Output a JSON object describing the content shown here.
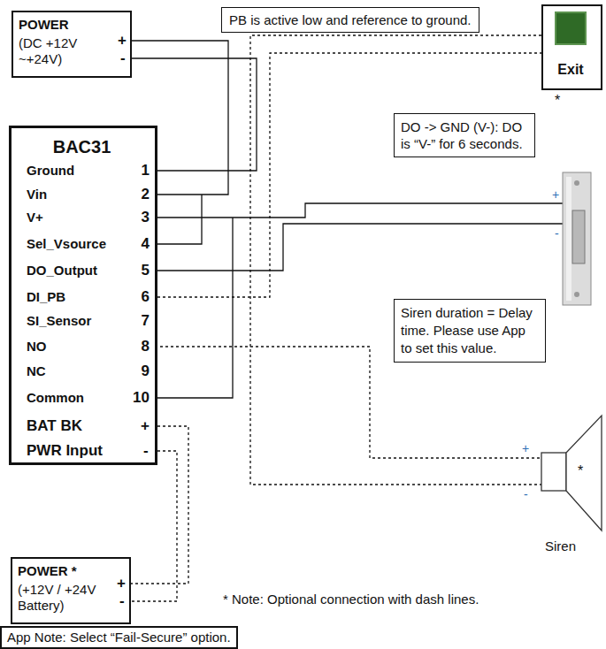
{
  "diagram": {
    "nodes": [
      {
        "text": [
          "POWER",
          "(DC +12V ~+24V)",
          "+",
          "-"
        ]
      },
      {
        "text": [
          "BAC31",
          "Ground",
          "1",
          "Vin",
          "2",
          "V+",
          "3",
          "Sel_Vsource",
          "4",
          "DO_Output",
          "5",
          "DI_PB",
          "6",
          "SI_Sensor",
          "7",
          "NO",
          "8",
          "NC",
          "9",
          "Common",
          "10",
          "BAT BK",
          "+",
          "PWR Input",
          "-"
        ]
      },
      {
        "text": [
          "PB is active low and reference to ground."
        ]
      },
      {
        "text": [
          "Exit"
        ]
      },
      {
        "text": [
          "DO -> GND (V-): DO is “V-” for 6 seconds."
        ]
      },
      {
        "text": [
          "Siren duration = Delay time. Please use App to set this value."
        ]
      },
      {
        "text": [
          "POWER *",
          "(+12V / +24V Battery)",
          "+",
          "-"
        ]
      },
      {
        "text": [
          "App Note: Select “Fail-Secure” option."
        ]
      }
    ],
    "edges": [
      {
        "from": 0,
        "to": 1,
        "arrow": "none"
      },
      {
        "from": 0,
        "to": 1,
        "arrow": "none"
      },
      {
        "from": 1,
        "to": 3,
        "arrow": "none"
      },
      {
        "from": 1,
        "to": 6,
        "arrow": "none"
      },
      {
        "from": 1,
        "to": 6,
        "arrow": "none"
      }
    ],
    "labels": [
      "*",
      "+",
      "-",
      "+",
      "-",
      "*",
      "Siren",
      "* Note: Optional connection with dash lines."
    ]
  }
}
